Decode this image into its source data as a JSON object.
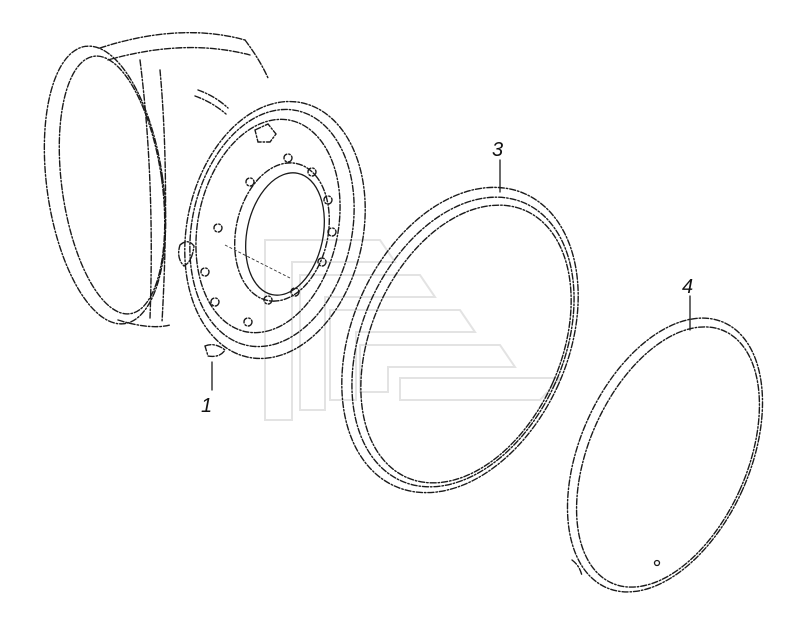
{
  "callouts": [
    {
      "label": "1"
    },
    {
      "label": "3"
    },
    {
      "label": "4"
    }
  ],
  "colors": {
    "line": "#1a1a1a",
    "watermark": "#e3e3e3",
    "background": "#ffffff"
  }
}
